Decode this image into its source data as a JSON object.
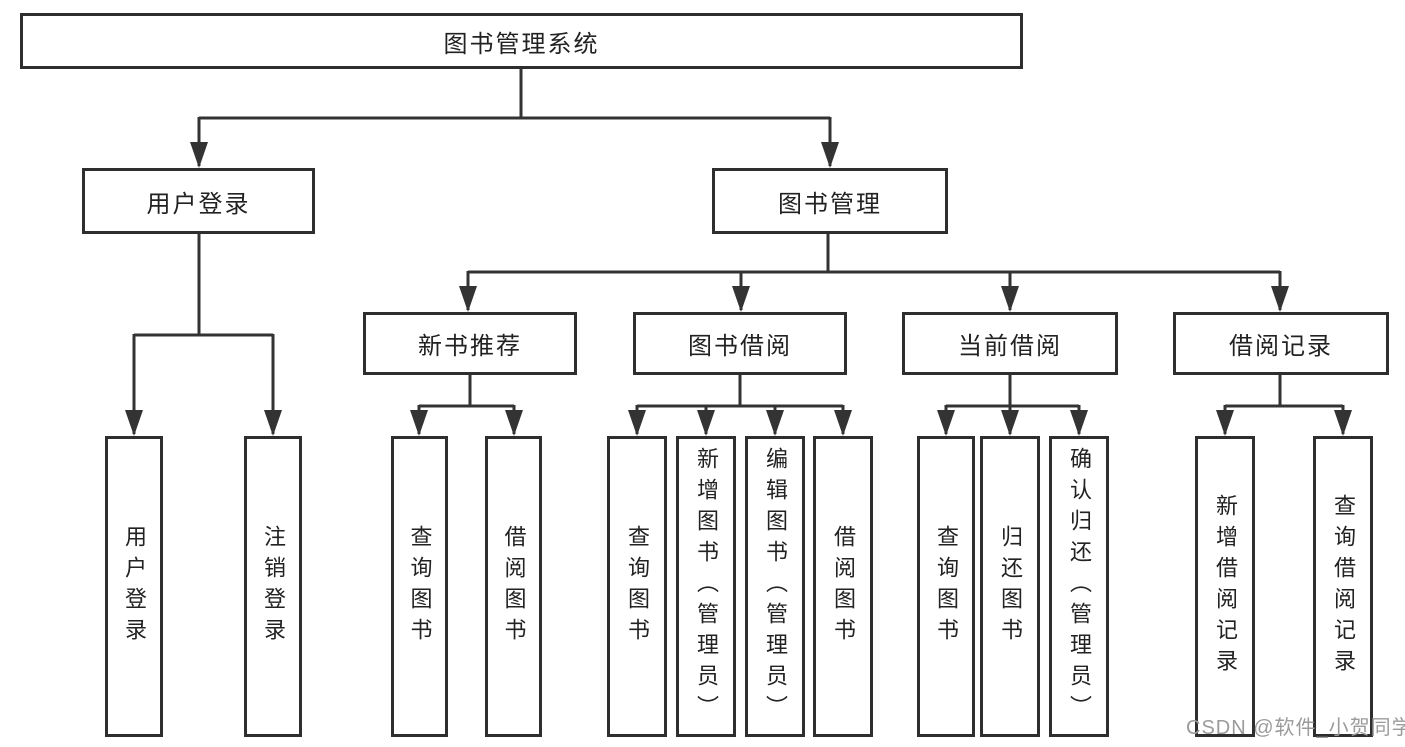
{
  "diagram": {
    "root": "图书管理系统",
    "level2": [
      "用户登录",
      "图书管理"
    ],
    "level3": [
      "新书推荐",
      "图书借阅",
      "当前借阅",
      "借阅记录"
    ],
    "leaves": [
      "用户登录",
      "注销登录",
      "查询图书",
      "借阅图书",
      "查询图书",
      "新增图书（管理员）",
      "编辑图书（管理员）",
      "借阅图书",
      "查询图书",
      "归还图书",
      "确认归还（管理员）",
      "新增借阅记录",
      "查询借阅记录"
    ],
    "watermark": "CSDN @软件_小贺同学",
    "colors": {
      "line": "#333333",
      "box_border": "#2e2e2e",
      "text": "#222222",
      "background": "#ffffff",
      "watermark": "#9b9b9b"
    }
  }
}
